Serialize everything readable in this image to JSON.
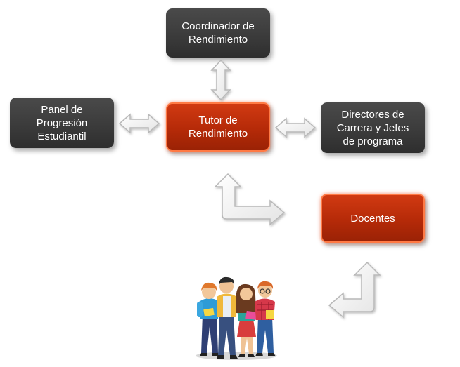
{
  "nodes": {
    "coordinador": "Coordinador de\nRendimiento",
    "panel": "Panel de\nProgresión\nEstudiantil",
    "tutor": "Tutor de\nRendimiento",
    "directores": "Directores de\nCarrera y Jefes\nde programa",
    "docentes": "Docentes"
  },
  "colors": {
    "dark_box": "#3a3a3a",
    "accent_box": "#b52a08",
    "arrow_fill": "#ffffff",
    "arrow_stroke": "#b8b8b8"
  }
}
